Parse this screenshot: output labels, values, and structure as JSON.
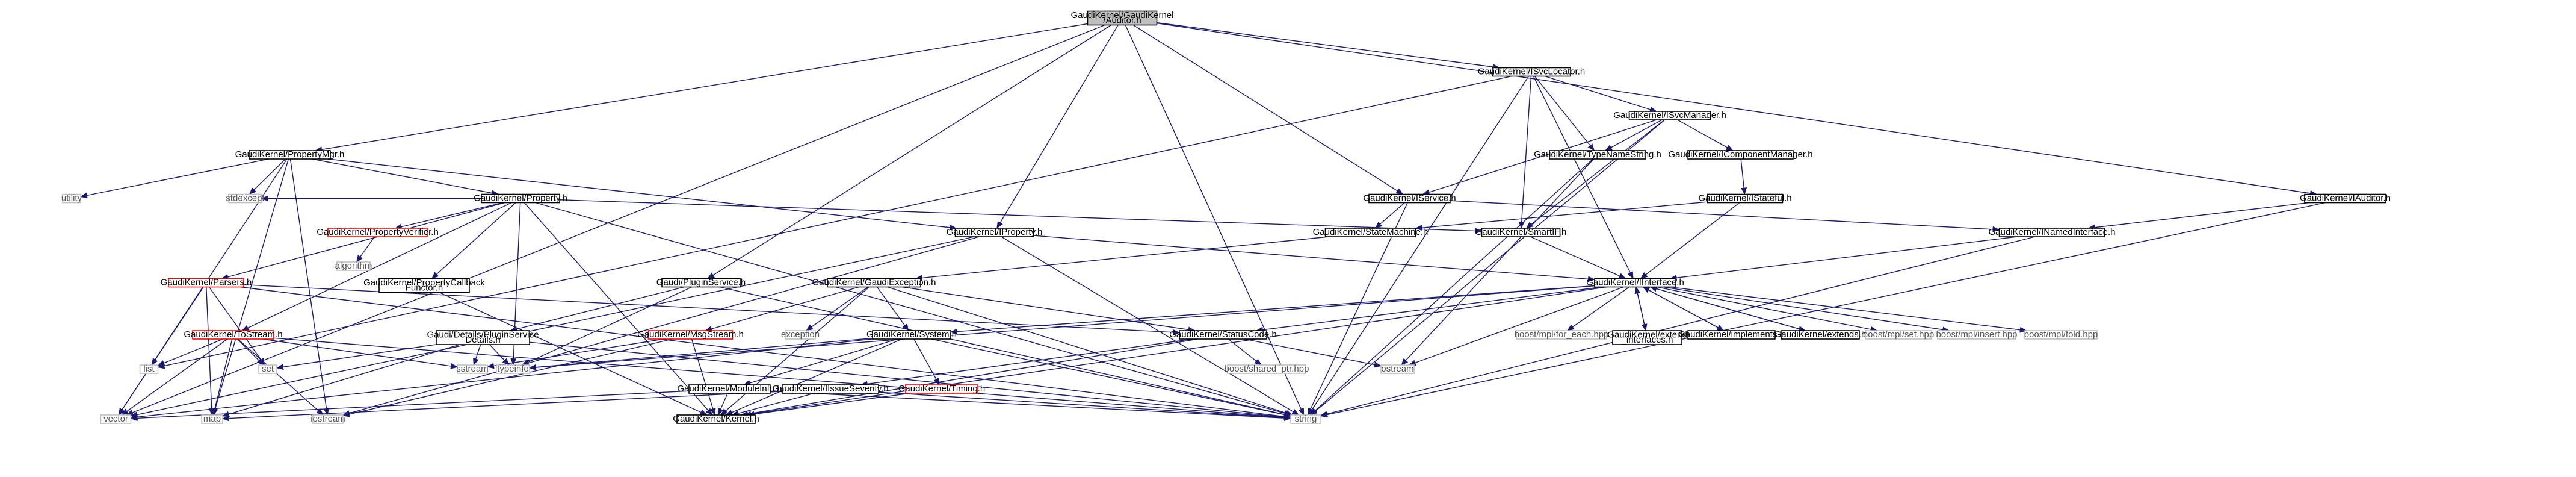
{
  "colors": {
    "edge": "#191970",
    "box_border": "#000000",
    "root_fill": "#bfbfbf",
    "red_border": "#ff0000",
    "plain_border": "#bfbfbf",
    "plain_text": "#555555",
    "background": "#ffffff"
  },
  "nodes": [
    {
      "id": "audtool",
      "label": [
        "GaudiKernel/GaudiKernel",
        "/Auditor.h"
      ],
      "style": "root"
    },
    {
      "id": "svclocator",
      "label": [
        "GaudiKernel/ISvcLocator.h"
      ],
      "style": "box"
    },
    {
      "id": "propmgr",
      "label": [
        "GaudiKernel/PropertyMgr.h"
      ],
      "style": "box"
    },
    {
      "id": "svcmanager",
      "label": [
        "GaudiKernel/ISvcManager.h"
      ],
      "style": "box"
    },
    {
      "id": "utility",
      "label": [
        "utility"
      ],
      "style": "plain"
    },
    {
      "id": "typenamestring",
      "label": [
        "GaudiKernel/TypeNameString.h"
      ],
      "style": "box"
    },
    {
      "id": "compmanager",
      "label": [
        "GaudiKernel/IComponentManager.h"
      ],
      "style": "box"
    },
    {
      "id": "property",
      "label": [
        "GaudiKernel/Property.h"
      ],
      "style": "box"
    },
    {
      "id": "iservice",
      "label": [
        "GaudiKernel/IService.h"
      ],
      "style": "box"
    },
    {
      "id": "istateful",
      "label": [
        "GaudiKernel/IStateful.h"
      ],
      "style": "box"
    },
    {
      "id": "iauditor",
      "label": [
        "GaudiKernel/IAuditor.h"
      ],
      "style": "box"
    },
    {
      "id": "stdexcept",
      "label": [
        "stdexcept"
      ],
      "style": "plain"
    },
    {
      "id": "propverifier",
      "label": [
        "GaudiKernel/PropertyVerifier.h"
      ],
      "style": "red"
    },
    {
      "id": "iproperty",
      "label": [
        "GaudiKernel/IProperty.h"
      ],
      "style": "box"
    },
    {
      "id": "statemachine",
      "label": [
        "GaudiKernel/StateMachine.h"
      ],
      "style": "box"
    },
    {
      "id": "smartif",
      "label": [
        "GaudiKernel/SmartIF.h"
      ],
      "style": "box"
    },
    {
      "id": "inamedinterface",
      "label": [
        "GaudiKernel/INamedInterface.h"
      ],
      "style": "box"
    },
    {
      "id": "algorithm",
      "label": [
        "algorithm"
      ],
      "style": "plain"
    },
    {
      "id": "parsers",
      "label": [
        "GaudiKernel/Parsers.h"
      ],
      "style": "red"
    },
    {
      "id": "propcallback",
      "label": [
        "GaudiKernel/PropertyCallback",
        "Functor.h"
      ],
      "style": "box"
    },
    {
      "id": "pluginservice",
      "label": [
        "Gaudi/PluginService.h"
      ],
      "style": "box"
    },
    {
      "id": "gaudiexception",
      "label": [
        "GaudiKernel/GaudiException.h"
      ],
      "style": "box"
    },
    {
      "id": "iinterface",
      "label": [
        "GaudiKernel/IInterface.h"
      ],
      "style": "box"
    },
    {
      "id": "tostream",
      "label": [
        "GaudiKernel/ToStream.h"
      ],
      "style": "red"
    },
    {
      "id": "pluginsvcdetails",
      "label": [
        "Gaudi/Details/PluginService",
        "Details.h"
      ],
      "style": "box"
    },
    {
      "id": "msgstream",
      "label": [
        "GaudiKernel/MsgStream.h"
      ],
      "style": "red"
    },
    {
      "id": "exception",
      "label": [
        "exception"
      ],
      "style": "plain"
    },
    {
      "id": "system",
      "label": [
        "GaudiKernel/System.h"
      ],
      "style": "box"
    },
    {
      "id": "statuscode",
      "label": [
        "GaudiKernel/StatusCode.h"
      ],
      "style": "box"
    },
    {
      "id": "mplforeach",
      "label": [
        "boost/mpl/for_each.hpp"
      ],
      "style": "plain"
    },
    {
      "id": "extendinterfaces",
      "label": [
        "GaudiKernel/extend",
        "_interfaces.h"
      ],
      "style": "box"
    },
    {
      "id": "implements",
      "label": [
        "GaudiKernel/implements.h"
      ],
      "style": "box"
    },
    {
      "id": "extends",
      "label": [
        "GaudiKernel/extends.h"
      ],
      "style": "box"
    },
    {
      "id": "mplset",
      "label": [
        "boost/mpl/set.hpp"
      ],
      "style": "plain"
    },
    {
      "id": "mplinsert",
      "label": [
        "boost/mpl/insert.hpp"
      ],
      "style": "plain"
    },
    {
      "id": "mplfold",
      "label": [
        "boost/mpl/fold.hpp"
      ],
      "style": "plain"
    },
    {
      "id": "list",
      "label": [
        "list"
      ],
      "style": "plain"
    },
    {
      "id": "set",
      "label": [
        "set"
      ],
      "style": "plain"
    },
    {
      "id": "sstream",
      "label": [
        "sstream"
      ],
      "style": "plain"
    },
    {
      "id": "typeinfo",
      "label": [
        "typeinfo"
      ],
      "style": "plain"
    },
    {
      "id": "ostream",
      "label": [
        "ostream"
      ],
      "style": "plain"
    },
    {
      "id": "sharedptr",
      "label": [
        "boost/shared_ptr.hpp"
      ],
      "style": "plain"
    },
    {
      "id": "moduleinfo",
      "label": [
        "GaudiKernel/ModuleInfo.h"
      ],
      "style": "box"
    },
    {
      "id": "timing",
      "label": [
        "GaudiKernel/Timing.h"
      ],
      "style": "red"
    },
    {
      "id": "issueseverity",
      "label": [
        "GaudiKernel/IIssueSeverity.h"
      ],
      "style": "box"
    },
    {
      "id": "vector",
      "label": [
        "vector"
      ],
      "style": "plain"
    },
    {
      "id": "map",
      "label": [
        "map"
      ],
      "style": "plain"
    },
    {
      "id": "iostream",
      "label": [
        "iostream"
      ],
      "style": "plain"
    },
    {
      "id": "kernel",
      "label": [
        "GaudiKernel/Kernel.h"
      ],
      "style": "box"
    },
    {
      "id": "string",
      "label": [
        "string"
      ],
      "style": "plain"
    }
  ],
  "edges": [
    [
      "audtool",
      "svclocator"
    ],
    [
      "audtool",
      "propmgr"
    ],
    [
      "audtool",
      "iproperty"
    ],
    [
      "audtool",
      "iservice"
    ],
    [
      "audtool",
      "iauditor"
    ],
    [
      "audtool",
      "pluginservice"
    ],
    [
      "audtool",
      "string"
    ],
    [
      "audtool",
      "vector"
    ],
    [
      "svclocator",
      "svcmanager"
    ],
    [
      "svclocator",
      "typenamestring"
    ],
    [
      "svclocator",
      "smartif"
    ],
    [
      "svclocator",
      "iinterface"
    ],
    [
      "svclocator",
      "list"
    ],
    [
      "svclocator",
      "string"
    ],
    [
      "svcmanager",
      "typenamestring"
    ],
    [
      "svcmanager",
      "compmanager"
    ],
    [
      "svcmanager",
      "iservice"
    ],
    [
      "svcmanager",
      "smartif"
    ],
    [
      "svcmanager",
      "string"
    ],
    [
      "typenamestring",
      "string"
    ],
    [
      "typenamestring",
      "ostream"
    ],
    [
      "compmanager",
      "istateful"
    ],
    [
      "istateful",
      "statemachine"
    ],
    [
      "istateful",
      "iinterface"
    ],
    [
      "iservice",
      "statemachine"
    ],
    [
      "iservice",
      "inamedinterface"
    ],
    [
      "iservice",
      "string"
    ],
    [
      "iauditor",
      "inamedinterface"
    ],
    [
      "iauditor",
      "string"
    ],
    [
      "inamedinterface",
      "iinterface"
    ],
    [
      "inamedinterface",
      "string"
    ],
    [
      "statemachine",
      "gaudiexception"
    ],
    [
      "smartif",
      "iinterface"
    ],
    [
      "propmgr",
      "utility"
    ],
    [
      "propmgr",
      "property"
    ],
    [
      "propmgr",
      "stdexcept"
    ],
    [
      "propmgr",
      "iproperty"
    ],
    [
      "propmgr",
      "vector"
    ],
    [
      "propmgr",
      "map"
    ],
    [
      "propmgr",
      "iostream"
    ],
    [
      "property",
      "stdexcept"
    ],
    [
      "property",
      "propverifier"
    ],
    [
      "property",
      "parsers"
    ],
    [
      "property",
      "propcallback"
    ],
    [
      "property",
      "smartif"
    ],
    [
      "property",
      "tostream"
    ],
    [
      "property",
      "kernel"
    ],
    [
      "property",
      "string"
    ],
    [
      "property",
      "typeinfo"
    ],
    [
      "propverifier",
      "algorithm"
    ],
    [
      "iproperty",
      "iinterface"
    ],
    [
      "iproperty",
      "vector"
    ],
    [
      "iproperty",
      "string"
    ],
    [
      "iproperty",
      "iostream"
    ],
    [
      "parsers",
      "list"
    ],
    [
      "parsers",
      "set"
    ],
    [
      "parsers",
      "map"
    ],
    [
      "parsers",
      "vector"
    ],
    [
      "parsers",
      "string"
    ],
    [
      "parsers",
      "statuscode"
    ],
    [
      "propcallback",
      "kernel"
    ],
    [
      "pluginservice",
      "pluginsvcdetails"
    ],
    [
      "pluginservice",
      "typeinfo"
    ],
    [
      "pluginservice",
      "string"
    ],
    [
      "pluginsvcdetails",
      "typeinfo"
    ],
    [
      "pluginsvcdetails",
      "map"
    ],
    [
      "pluginsvcdetails",
      "set"
    ],
    [
      "pluginsvcdetails",
      "sstream"
    ],
    [
      "pluginsvcdetails",
      "string"
    ],
    [
      "gaudiexception",
      "statuscode"
    ],
    [
      "gaudiexception",
      "msgstream"
    ],
    [
      "gaudiexception",
      "system"
    ],
    [
      "gaudiexception",
      "exception"
    ],
    [
      "gaudiexception",
      "string"
    ],
    [
      "gaudiexception",
      "kernel"
    ],
    [
      "tostream",
      "list"
    ],
    [
      "tostream",
      "set"
    ],
    [
      "tostream",
      "map"
    ],
    [
      "tostream",
      "vector"
    ],
    [
      "tostream",
      "sstream"
    ],
    [
      "tostream",
      "iostream"
    ],
    [
      "tostream",
      "string"
    ],
    [
      "msgstream",
      "iostream"
    ],
    [
      "msgstream",
      "sstream"
    ],
    [
      "msgstream",
      "kernel"
    ],
    [
      "system",
      "moduleinfo"
    ],
    [
      "system",
      "timing"
    ],
    [
      "system",
      "kernel"
    ],
    [
      "system",
      "typeinfo"
    ],
    [
      "system",
      "vector"
    ],
    [
      "system",
      "string"
    ],
    [
      "moduleinfo",
      "kernel"
    ],
    [
      "moduleinfo",
      "string"
    ],
    [
      "moduleinfo",
      "vector"
    ],
    [
      "timing",
      "kernel"
    ],
    [
      "statuscode",
      "issueseverity"
    ],
    [
      "statuscode",
      "sharedptr"
    ],
    [
      "statuscode",
      "ostream"
    ],
    [
      "statuscode",
      "kernel"
    ],
    [
      "issueseverity",
      "kernel"
    ],
    [
      "issueseverity",
      "string"
    ],
    [
      "issueseverity",
      "map"
    ],
    [
      "iinterface",
      "statuscode"
    ],
    [
      "iinterface",
      "system"
    ],
    [
      "iinterface",
      "kernel"
    ],
    [
      "iinterface",
      "mplforeach"
    ],
    [
      "iinterface",
      "extendinterfaces"
    ],
    [
      "iinterface",
      "implements"
    ],
    [
      "iinterface",
      "extends"
    ],
    [
      "iinterface",
      "mplset"
    ],
    [
      "iinterface",
      "mplinsert"
    ],
    [
      "iinterface",
      "mplfold"
    ],
    [
      "iinterface",
      "ostream"
    ],
    [
      "iinterface",
      "typeinfo"
    ],
    [
      "extendinterfaces",
      "iinterface"
    ],
    [
      "implements",
      "iinterface"
    ],
    [
      "extends",
      "iinterface"
    ]
  ]
}
